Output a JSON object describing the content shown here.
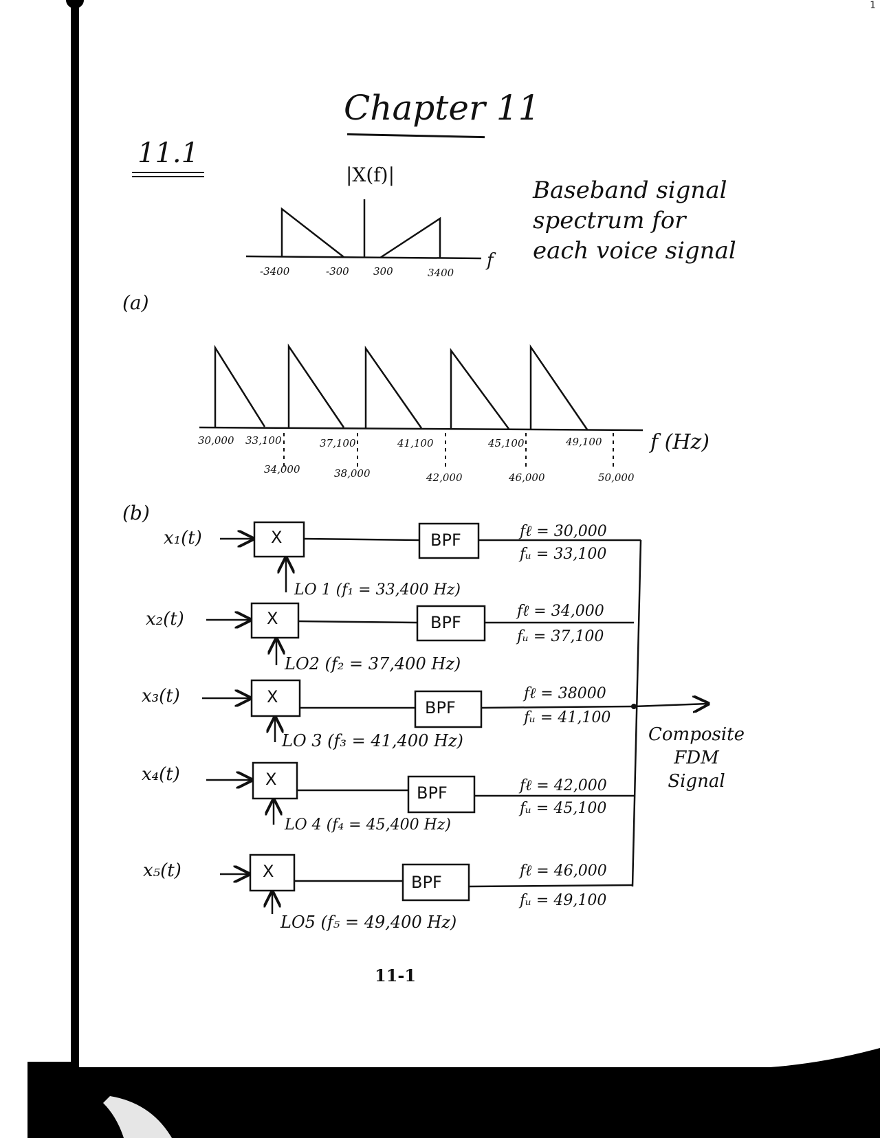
{
  "page": {
    "chapter_title": "Chapter 11",
    "section": "11.1",
    "page_number": "11-1",
    "corner_mark": "1"
  },
  "part_a": {
    "label": "(a)",
    "magnitude_label": "|X(f)|",
    "axis_label": "f",
    "ticks": [
      "-3400",
      "-300",
      "300",
      "3400"
    ],
    "note_lines": [
      "Baseband signal",
      "spectrum for",
      "each voice signal"
    ]
  },
  "fdm_spectrum": {
    "axis_label": "f (Hz)",
    "upper_ticks": [
      "30,000",
      "33,100",
      "37,100",
      "41,100",
      "45,100",
      "49,100"
    ],
    "lower_ticks": [
      "34,000",
      "38,000",
      "42,000",
      "46,000",
      "50,000"
    ]
  },
  "part_b": {
    "label": "(b)",
    "channels": [
      {
        "input": "x₁(t)",
        "mixer": "X",
        "filter": "BPF",
        "lo": "LO 1 (f₁ = 33,400 Hz)",
        "f_low": "fℓ = 30,000",
        "f_high": "fᵤ = 33,100"
      },
      {
        "input": "x₂(t)",
        "mixer": "X",
        "filter": "BPF",
        "lo": "LO2 (f₂ = 37,400 Hz)",
        "f_low": "fℓ = 34,000",
        "f_high": "fᵤ = 37,100"
      },
      {
        "input": "x₃(t)",
        "mixer": "X",
        "filter": "BPF",
        "lo": "LO 3 (f₃ = 41,400 Hz)",
        "f_low": "fℓ = 38000",
        "f_high": "fᵤ = 41,100"
      },
      {
        "input": "x₄(t)",
        "mixer": "X",
        "filter": "BPF",
        "lo": "LO 4 (f₄ = 45,400 Hz)",
        "f_low": "fℓ = 42,000",
        "f_high": "fᵤ = 45,100"
      },
      {
        "input": "x₅(t)",
        "mixer": "X",
        "filter": "BPF",
        "lo": "LO5 (f₅ = 49,400 Hz)",
        "f_low": "fℓ = 46,000",
        "f_high": "fᵤ = 49,100"
      }
    ],
    "output_label_lines": [
      "Composite",
      "FDM",
      "Signal"
    ]
  }
}
